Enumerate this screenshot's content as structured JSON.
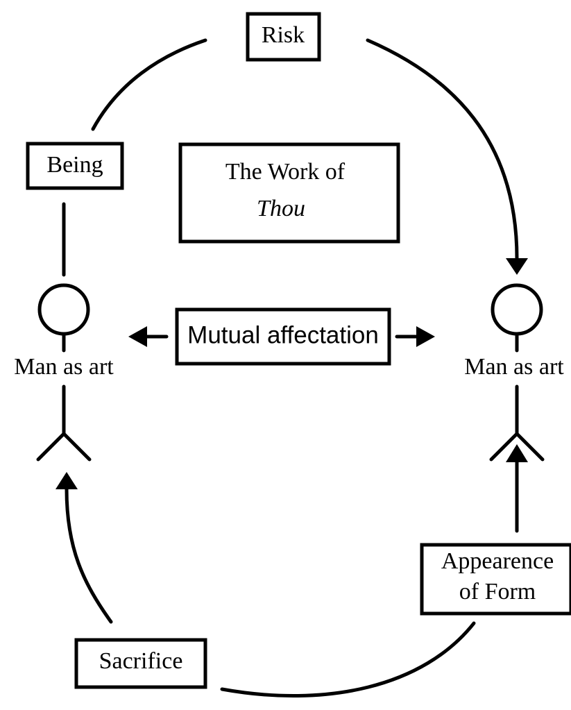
{
  "diagram": {
    "risk": "Risk",
    "being": "Being",
    "work_line1": "The Work of",
    "work_line2": "Thou",
    "mutual": "Mutual affectation",
    "man_left": "Man as art",
    "man_right": "Man as art",
    "appearance_line1": "Appearence",
    "appearance_line2": "of Form",
    "sacrifice": "Sacrifice"
  }
}
